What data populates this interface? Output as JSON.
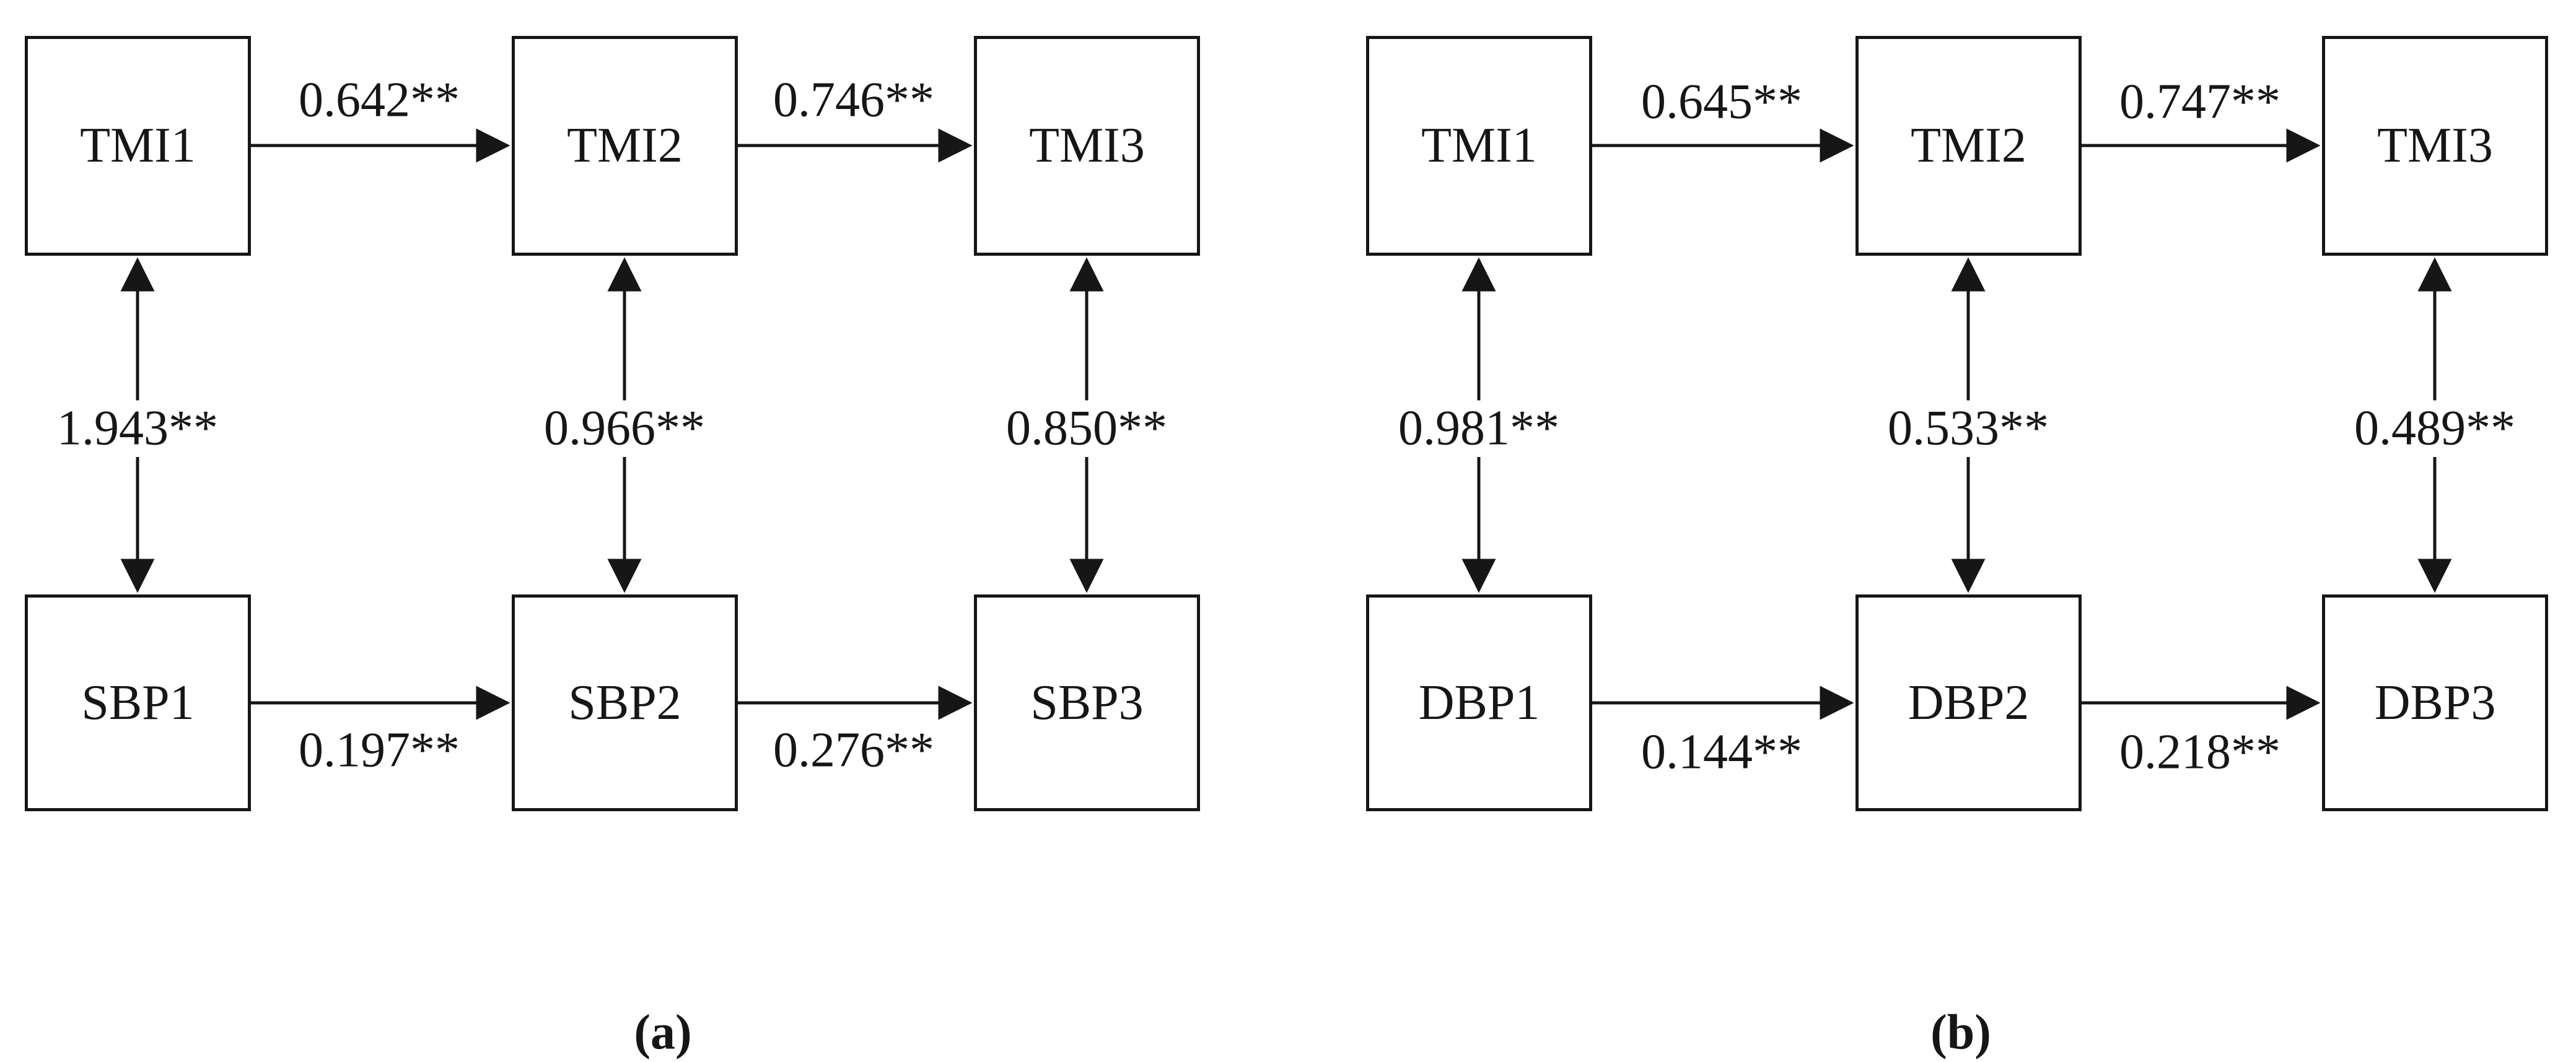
{
  "figure": {
    "panels": [
      {
        "caption": "(a)",
        "nodes": {
          "top": [
            "TMI1",
            "TMI2",
            "TMI3"
          ],
          "bottom": [
            "SBP1",
            "SBP2",
            "SBP3"
          ]
        },
        "coefficients": {
          "top_lagged": [
            "0.642**",
            "0.746**"
          ],
          "bottom_lagged": [
            "0.197**",
            "0.276**"
          ],
          "cross": [
            "1.943**",
            "0.966**",
            "0.850**"
          ]
        }
      },
      {
        "caption": "(b)",
        "nodes": {
          "top": [
            "TMI1",
            "TMI2",
            "TMI3"
          ],
          "bottom": [
            "DBP1",
            "DBP2",
            "DBP3"
          ]
        },
        "coefficients": {
          "top_lagged": [
            "0.645**",
            "0.747**"
          ],
          "bottom_lagged": [
            "0.144**",
            "0.218**"
          ],
          "cross": [
            "0.981**",
            "0.533**",
            "0.489**"
          ]
        }
      }
    ],
    "colors": {
      "line": "#161616",
      "background": "#ffffff"
    }
  }
}
